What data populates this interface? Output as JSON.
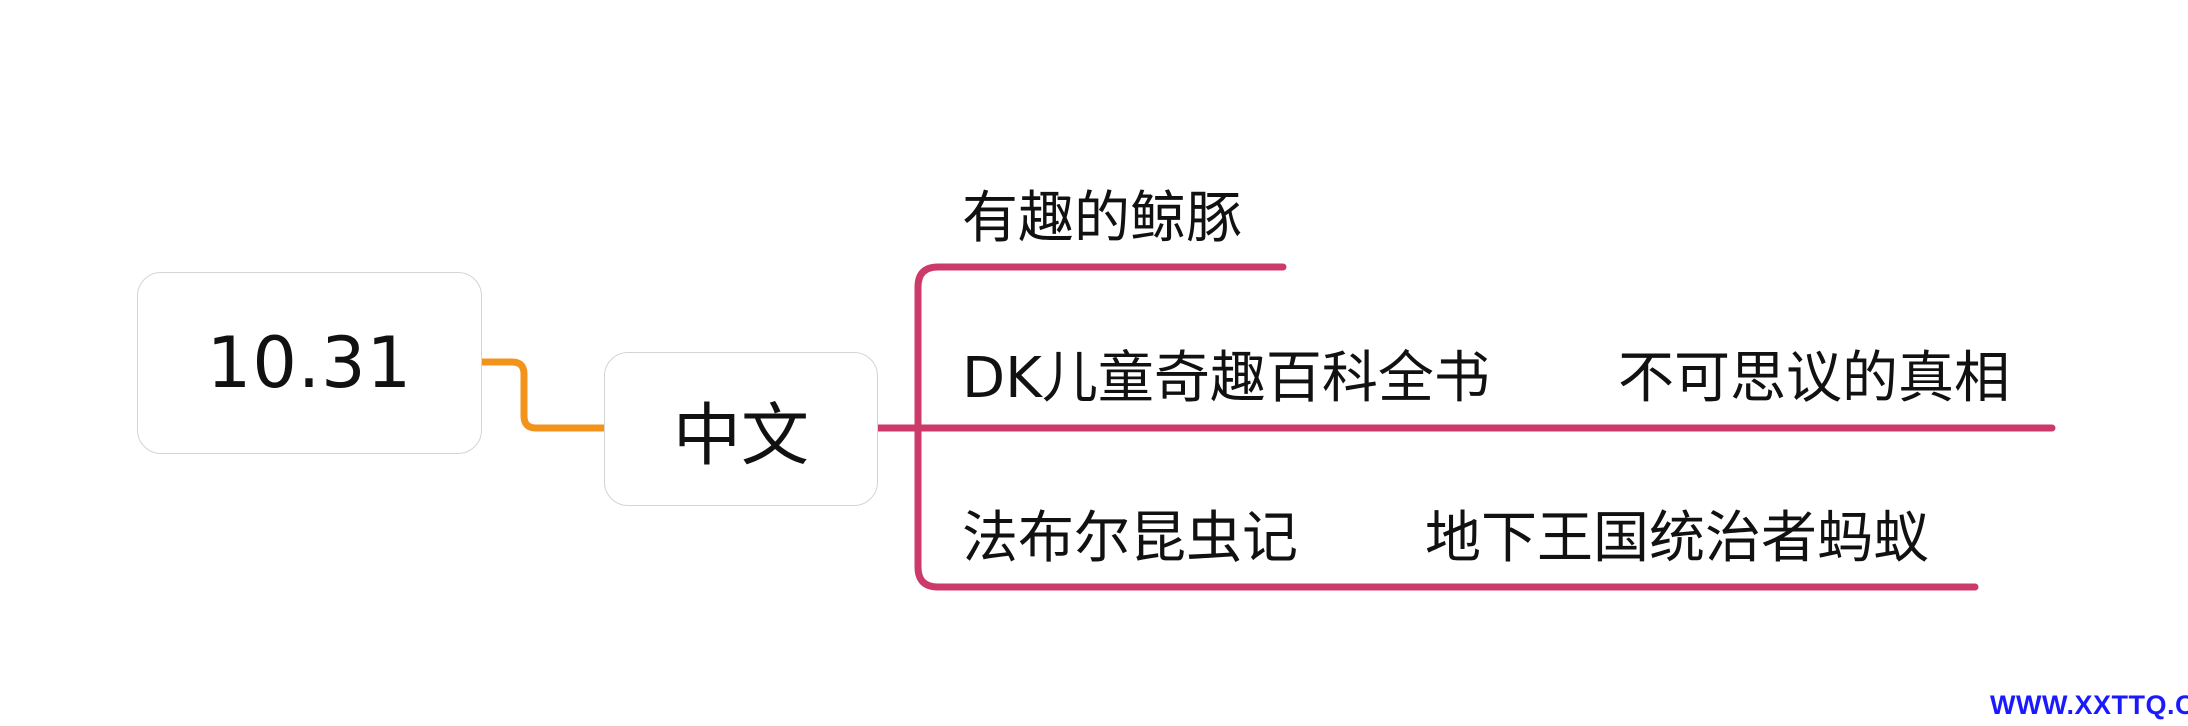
{
  "mindmap": {
    "root": {
      "label": "10.31"
    },
    "center": {
      "label": "中文"
    },
    "branches": [
      {
        "items": [
          "有趣的鲸豚"
        ]
      },
      {
        "items": [
          "DK儿童奇趣百科全书",
          "不可思议的真相"
        ]
      },
      {
        "items": [
          "法布尔昆虫记",
          "地下王国统治者蚂蚁"
        ]
      }
    ]
  },
  "colors": {
    "root_connector": "#f2941c",
    "branch_lines": "#cc3a6a",
    "node_border": "#d4d4d4",
    "watermark": "#1a1aff"
  },
  "watermark": {
    "text": "WWW.XXTTQ.COM"
  }
}
